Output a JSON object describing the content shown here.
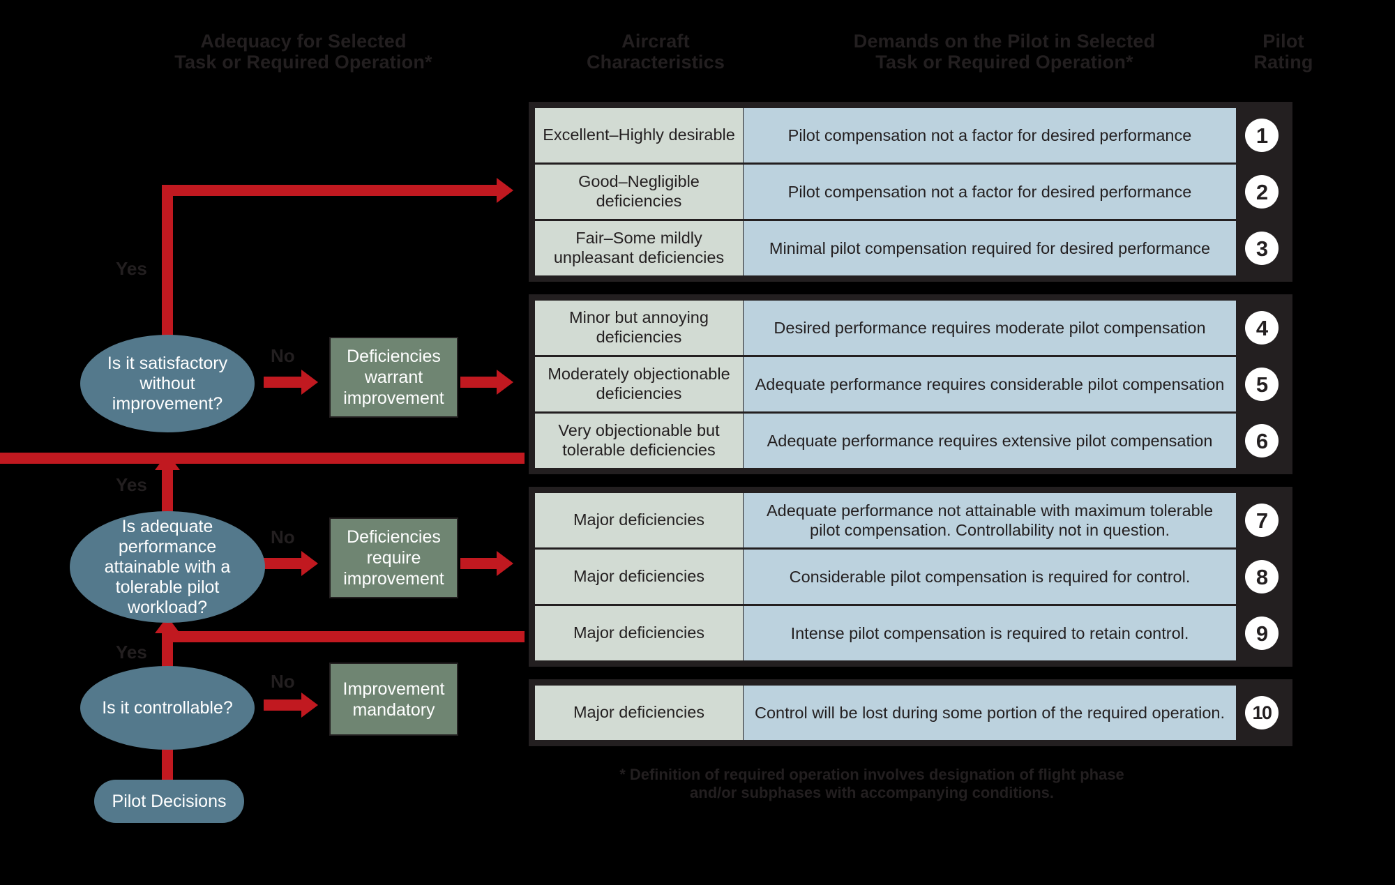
{
  "headers": {
    "adequacy": {
      "line1": "Adequacy for Selected",
      "line2": "Task or Required Operation*"
    },
    "aircraft": {
      "line1": "Aircraft",
      "line2": "Characteristics"
    },
    "demands": {
      "line1": "Demands on the Pilot in Selected",
      "line2": "Task or Required Operation*"
    },
    "rating": {
      "line1": "Pilot",
      "line2": "Rating"
    }
  },
  "colors": {
    "background": "#000000",
    "frame": "#231f20",
    "characteristics_cell": "#d2dbd3",
    "demands_cell": "#bcd2de",
    "decision_node": "#54798c",
    "action_box": "#6f8572",
    "connector_red": "#c11920",
    "rating_badge": "#ffffff"
  },
  "groups": [
    {
      "id": "group-1",
      "rows": [
        {
          "characteristics": "Excellent–Highly desirable",
          "demands": "Pilot compensation not a factor for desired performance",
          "rating": "1"
        },
        {
          "characteristics": "Good–Negligible deficiencies",
          "demands": "Pilot compensation not a factor for desired performance",
          "rating": "2"
        },
        {
          "characteristics": "Fair–Some mildly unpleasant deficiencies",
          "demands": "Minimal pilot compensation required for desired performance",
          "rating": "3"
        }
      ]
    },
    {
      "id": "group-2",
      "rows": [
        {
          "characteristics": "Minor but annoying deficiencies",
          "demands": "Desired performance requires moderate pilot compensation",
          "rating": "4"
        },
        {
          "characteristics": "Moderately objectionable deficiencies",
          "demands": "Adequate performance requires considerable pilot compensation",
          "rating": "5"
        },
        {
          "characteristics": "Very objectionable but tolerable deficiencies",
          "demands": "Adequate performance requires extensive pilot compensation",
          "rating": "6"
        }
      ]
    },
    {
      "id": "group-3",
      "rows": [
        {
          "characteristics": "Major deficiencies",
          "demands": "Adequate performance not attainable with maximum tolerable pilot compensation. Controllability not in question.",
          "rating": "7"
        },
        {
          "characteristics": "Major deficiencies",
          "demands": "Considerable pilot compensation is required for control.",
          "rating": "8"
        },
        {
          "characteristics": "Major deficiencies",
          "demands": "Intense pilot compensation is required to retain control.",
          "rating": "9"
        }
      ]
    },
    {
      "id": "group-4",
      "rows": [
        {
          "characteristics": "Major deficiencies",
          "demands": "Control will be lost during some portion of the required operation.",
          "rating": "10"
        }
      ]
    }
  ],
  "decisions": [
    {
      "id": "decision-satisfactory",
      "label": "Is it satisfactory without improvement?"
    },
    {
      "id": "decision-adequate-performance",
      "label": "Is adequate performance attainable with a tolerable pilot workload?"
    },
    {
      "id": "decision-controllable",
      "label": "Is it controllable?"
    }
  ],
  "actions": [
    {
      "id": "action-warrant",
      "label": "Deficiencies warrant improvement"
    },
    {
      "id": "action-require",
      "label": "Deficiencies require improvement"
    },
    {
      "id": "action-mandatory",
      "label": "Improvement mandatory"
    }
  ],
  "start_node": {
    "label": "Pilot Decisions"
  },
  "branch_labels": {
    "yes_1": "Yes",
    "yes_2": "Yes",
    "yes_3": "Yes",
    "no_1": "No",
    "no_2": "No",
    "no_3": "No"
  },
  "footnote": {
    "line1": "* Definition of required operation involves designation of flight phase",
    "line2": "and/or subphases with accompanying conditions."
  }
}
